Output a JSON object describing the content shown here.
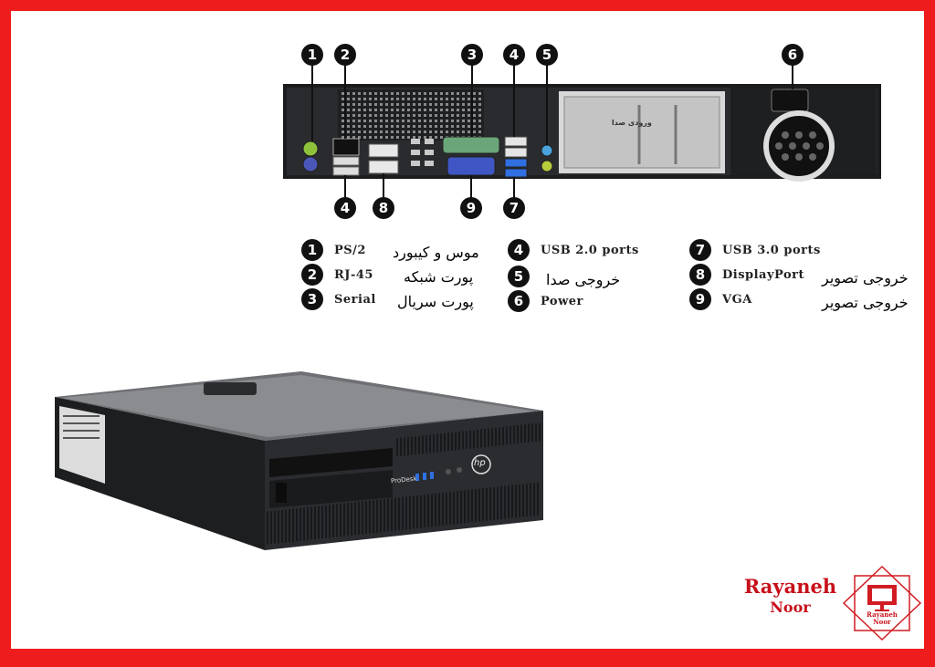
{
  "port_numbers_top": [
    "1",
    "2",
    "3",
    "4",
    "5",
    "6"
  ],
  "port_numbers_bottom": [
    "4",
    "8",
    "9",
    "7"
  ],
  "panel_label_fa": "ورودی صدا",
  "legend": [
    {
      "n": "1",
      "name": "PS/2",
      "fa": "موس و کیبورد"
    },
    {
      "n": "2",
      "name": "RJ-45",
      "fa": "پورت شبکه"
    },
    {
      "n": "3",
      "name": "Serial",
      "fa": "پورت سریال"
    },
    {
      "n": "4",
      "name": "USB 2.0 ports",
      "fa": ""
    },
    {
      "n": "5",
      "name": "",
      "fa": "خروجی صدا"
    },
    {
      "n": "6",
      "name": "Power",
      "fa": ""
    },
    {
      "n": "7",
      "name": "USB 3.0 ports",
      "fa": ""
    },
    {
      "n": "8",
      "name": "DisplayPort",
      "fa": "خروجی تصویر"
    },
    {
      "n": "9",
      "name": "VGA",
      "fa": "خروجی تصویر"
    }
  ],
  "product_model": "ProDesk",
  "product_brand_logo": "hp",
  "watermark": {
    "line1": "Rayaneh",
    "line2": "Noor",
    "logo_line1": "Rayaneh",
    "logo_line2": "Noor"
  },
  "colors": {
    "frame": "#ee1c1c",
    "brand": "#c8101a",
    "case": "#2a2c30"
  }
}
